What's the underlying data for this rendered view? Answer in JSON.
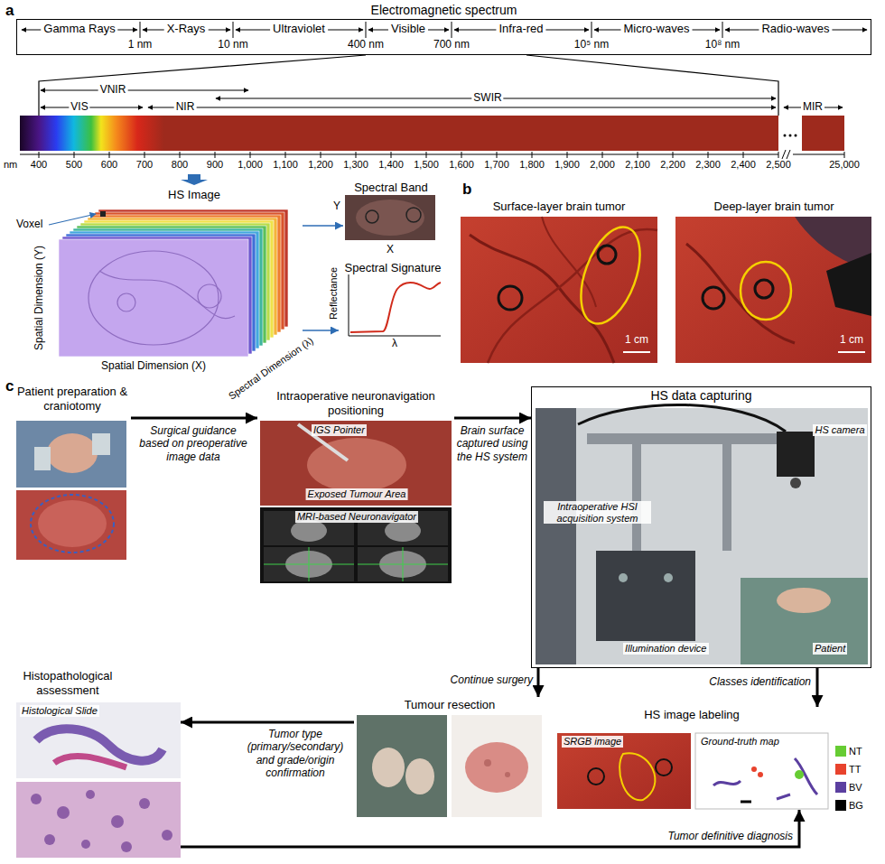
{
  "diagram": {
    "nodes": [
      {
        "text": [
          "Electromagnetic spectrum"
        ]
      },
      {
        "text": [
          "HS Image"
        ]
      },
      {
        "text": [
          "Spectral Band"
        ]
      },
      {
        "text": [
          "Spectral Signature"
        ]
      },
      {
        "text": [
          "Surface-layer brain tumor"
        ]
      },
      {
        "text": [
          "Deep-layer brain tumor"
        ]
      },
      {
        "text": [
          "Patient preparation & craniotomy"
        ]
      },
      {
        "text": [
          "Intraoperative neuronavigation positioning"
        ]
      },
      {
        "text": [
          "HS data capturing"
        ]
      },
      {
        "text": [
          "Histopathological assessment"
        ]
      },
      {
        "text": [
          "Tumour resection"
        ]
      },
      {
        "text": [
          "HS image labeling"
        ]
      }
    ],
    "edges": [
      {
        "from": 1,
        "to": 2,
        "arrow": "to"
      },
      {
        "from": 1,
        "to": 3,
        "arrow": "to"
      },
      {
        "from": 6,
        "to": 7,
        "label": "Surgical guidance based on preoperative image data",
        "arrow": "to"
      },
      {
        "from": 7,
        "to": 8,
        "label": "Brain surface captured using the HS system",
        "arrow": "to"
      },
      {
        "from": 8,
        "to": 10,
        "label": "Continue surgery",
        "arrow": "to"
      },
      {
        "from": 8,
        "to": 11,
        "label": "Classes identification",
        "arrow": "to"
      },
      {
        "from": 10,
        "to": 9,
        "label": "Tumor type (primary/secondary) and grade/origin confirmation",
        "arrow": "to"
      },
      {
        "from": 9,
        "to": 11,
        "label": "Tumor definitive diagnosis",
        "arrow": "to"
      }
    ],
    "labels": [
      "a",
      "Gamma Rays",
      "X-Rays",
      "Ultraviolet",
      "Visible",
      "Infra-red",
      "Micro-waves",
      "Radio-waves",
      "1 nm",
      "10 nm",
      "400 nm",
      "700 nm",
      "10⁵ nm",
      "10⁸ nm",
      "VNIR",
      "VIS",
      "NIR",
      "SWIR",
      "MIR",
      "nm",
      "400",
      "500",
      "600",
      "700",
      "800",
      "900",
      "1,000",
      "1,100",
      "1,200",
      "1,300",
      "1,400",
      "1,500",
      "1,600",
      "1,700",
      "1,800",
      "1,900",
      "2,000",
      "2,100",
      "2,200",
      "2,300",
      "2,400",
      "2,500",
      "25,000",
      "Voxel",
      "Spatial Dimension (Y)",
      "Spatial Dimension (X)",
      "Spectral Dimension (λ)",
      "Y",
      "X",
      "Reflectance",
      "λ",
      "b",
      "1 cm",
      "1 cm",
      "c",
      "IGS Pointer",
      "Exposed Tumour Area",
      "MRI-based Neuronavigator",
      "HS camera",
      "Intraoperative HSI acquisition system",
      "Illumination device",
      "Patient",
      "Histological Slide",
      "SRGB image",
      "Ground-truth map"
    ],
    "legend": [
      {
        "text": "NT",
        "color": "#66cc33"
      },
      {
        "text": "TT",
        "color": "#e8432d"
      },
      {
        "text": "BV",
        "color": "#5b3fa0"
      },
      {
        "text": "BG",
        "color": "#000000"
      }
    ]
  }
}
